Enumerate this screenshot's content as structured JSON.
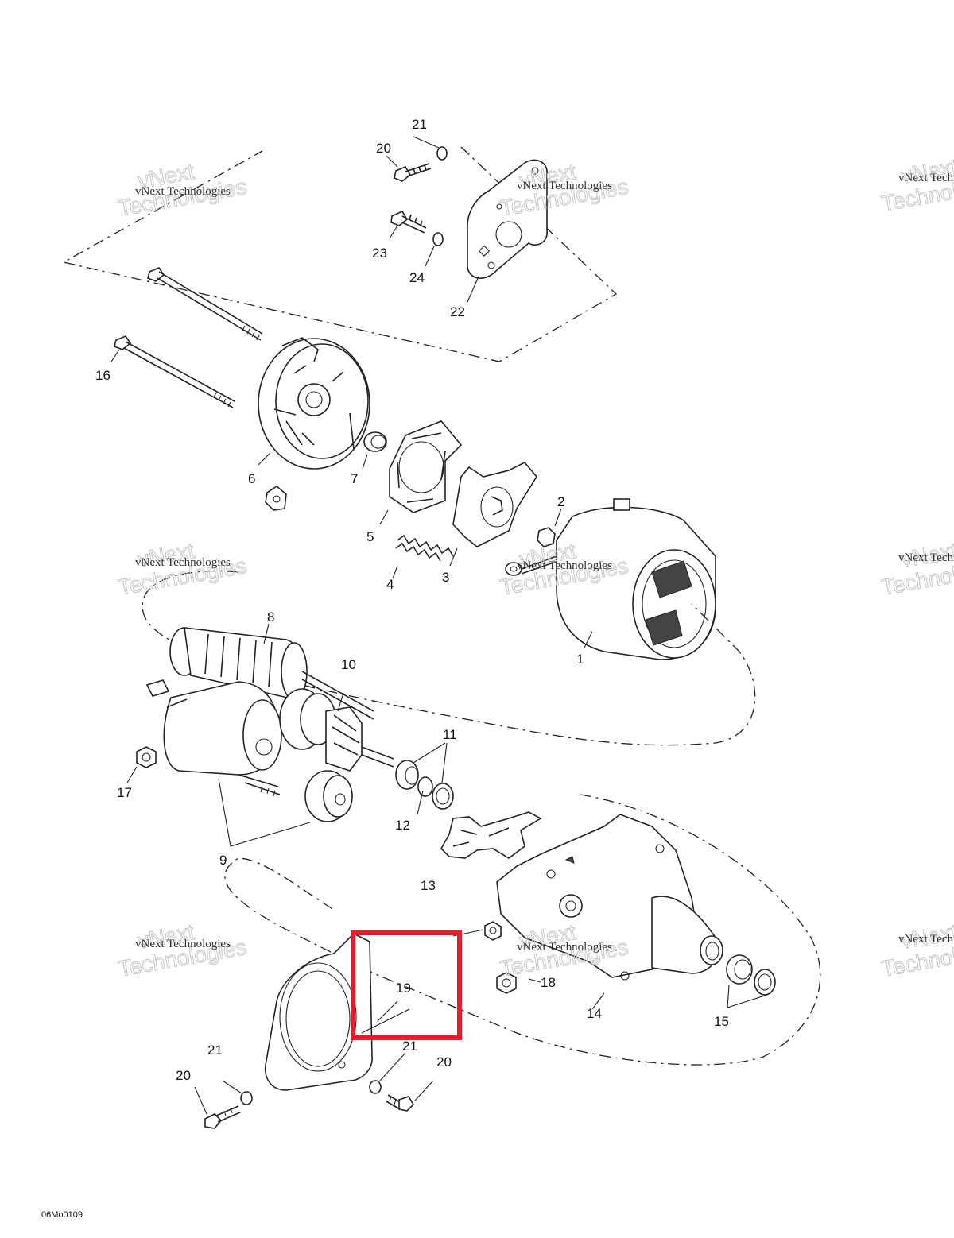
{
  "diagram": {
    "reference_code": "06Mo0109",
    "watermark": {
      "line1": "vNext Technologies",
      "line2": "vNext",
      "line3": "Technologies"
    },
    "highlight_color": "#e41e26",
    "callouts": {
      "c1": "1",
      "c2": "2",
      "c3": "3",
      "c4": "4",
      "c5": "5",
      "c6": "6",
      "c7": "7",
      "c8": "8",
      "c9": "9",
      "c10": "10",
      "c11": "11",
      "c12": "12",
      "c13": "13",
      "c14": "14",
      "c15": "15",
      "c16": "16",
      "c17": "17",
      "c18": "18",
      "c19": "19",
      "c20_top": "20",
      "c21_top": "21",
      "c22": "22",
      "c23": "23",
      "c24": "24",
      "c20_bl": "20",
      "c21_bl": "21",
      "c20_br": "20",
      "c21_br": "21"
    }
  }
}
